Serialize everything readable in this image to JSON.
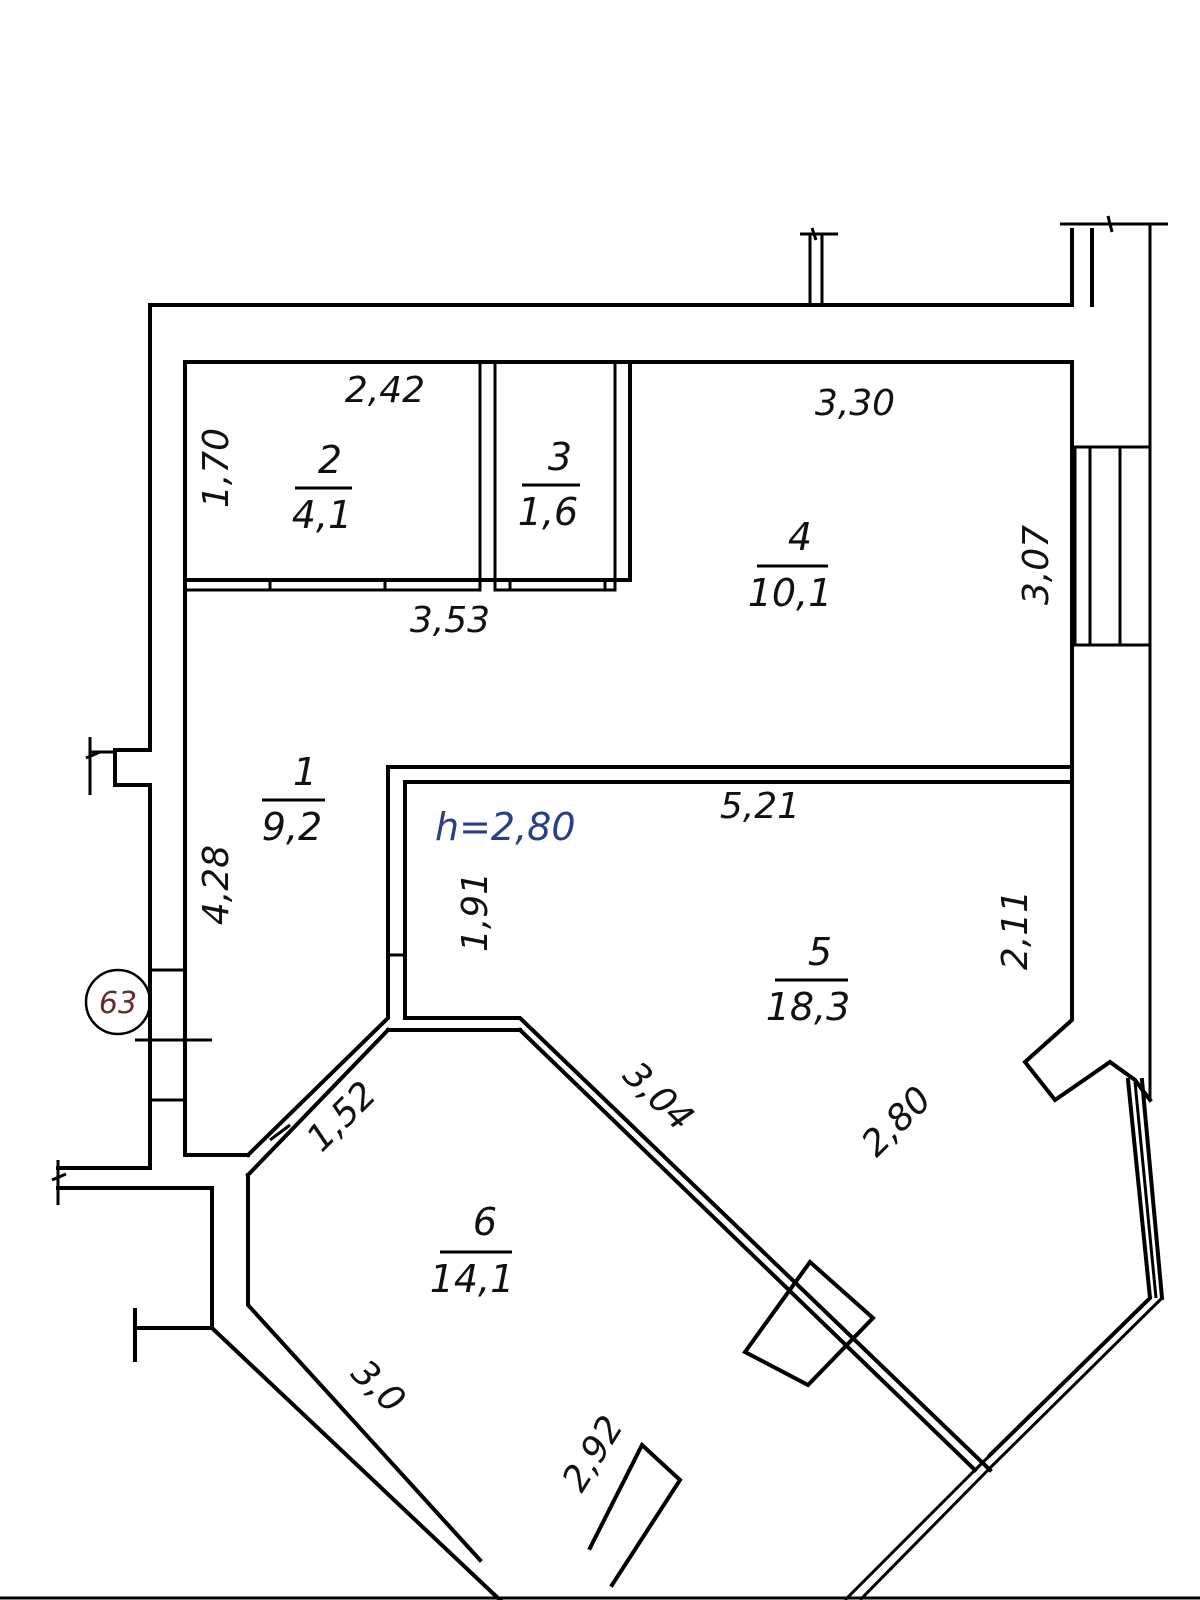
{
  "plan": {
    "ceiling_height": "h=2,80",
    "unit_number": "63",
    "rooms": [
      {
        "id": "room-1",
        "number": "1",
        "area": "9,2"
      },
      {
        "id": "room-2",
        "number": "2",
        "area": "4,1"
      },
      {
        "id": "room-3",
        "number": "3",
        "area": "1,6"
      },
      {
        "id": "room-4",
        "number": "4",
        "area": "10,1"
      },
      {
        "id": "room-5",
        "number": "5",
        "area": "18,3"
      },
      {
        "id": "room-6",
        "number": "6",
        "area": "14,1"
      }
    ],
    "dimensions": {
      "d_2_42": "2,42",
      "d_1_70": "1,70",
      "d_3_30": "3,30",
      "d_3_07": "3,07",
      "d_3_53": "3,53",
      "d_4_28": "4,28",
      "d_5_21": "5,21",
      "d_1_91": "1,91",
      "d_2_11": "2,11",
      "d_1_52": "1,52",
      "d_3_04": "3,04",
      "d_2_80": "2,80",
      "d_3_0": "3,0",
      "d_2_92": "2,92"
    }
  }
}
